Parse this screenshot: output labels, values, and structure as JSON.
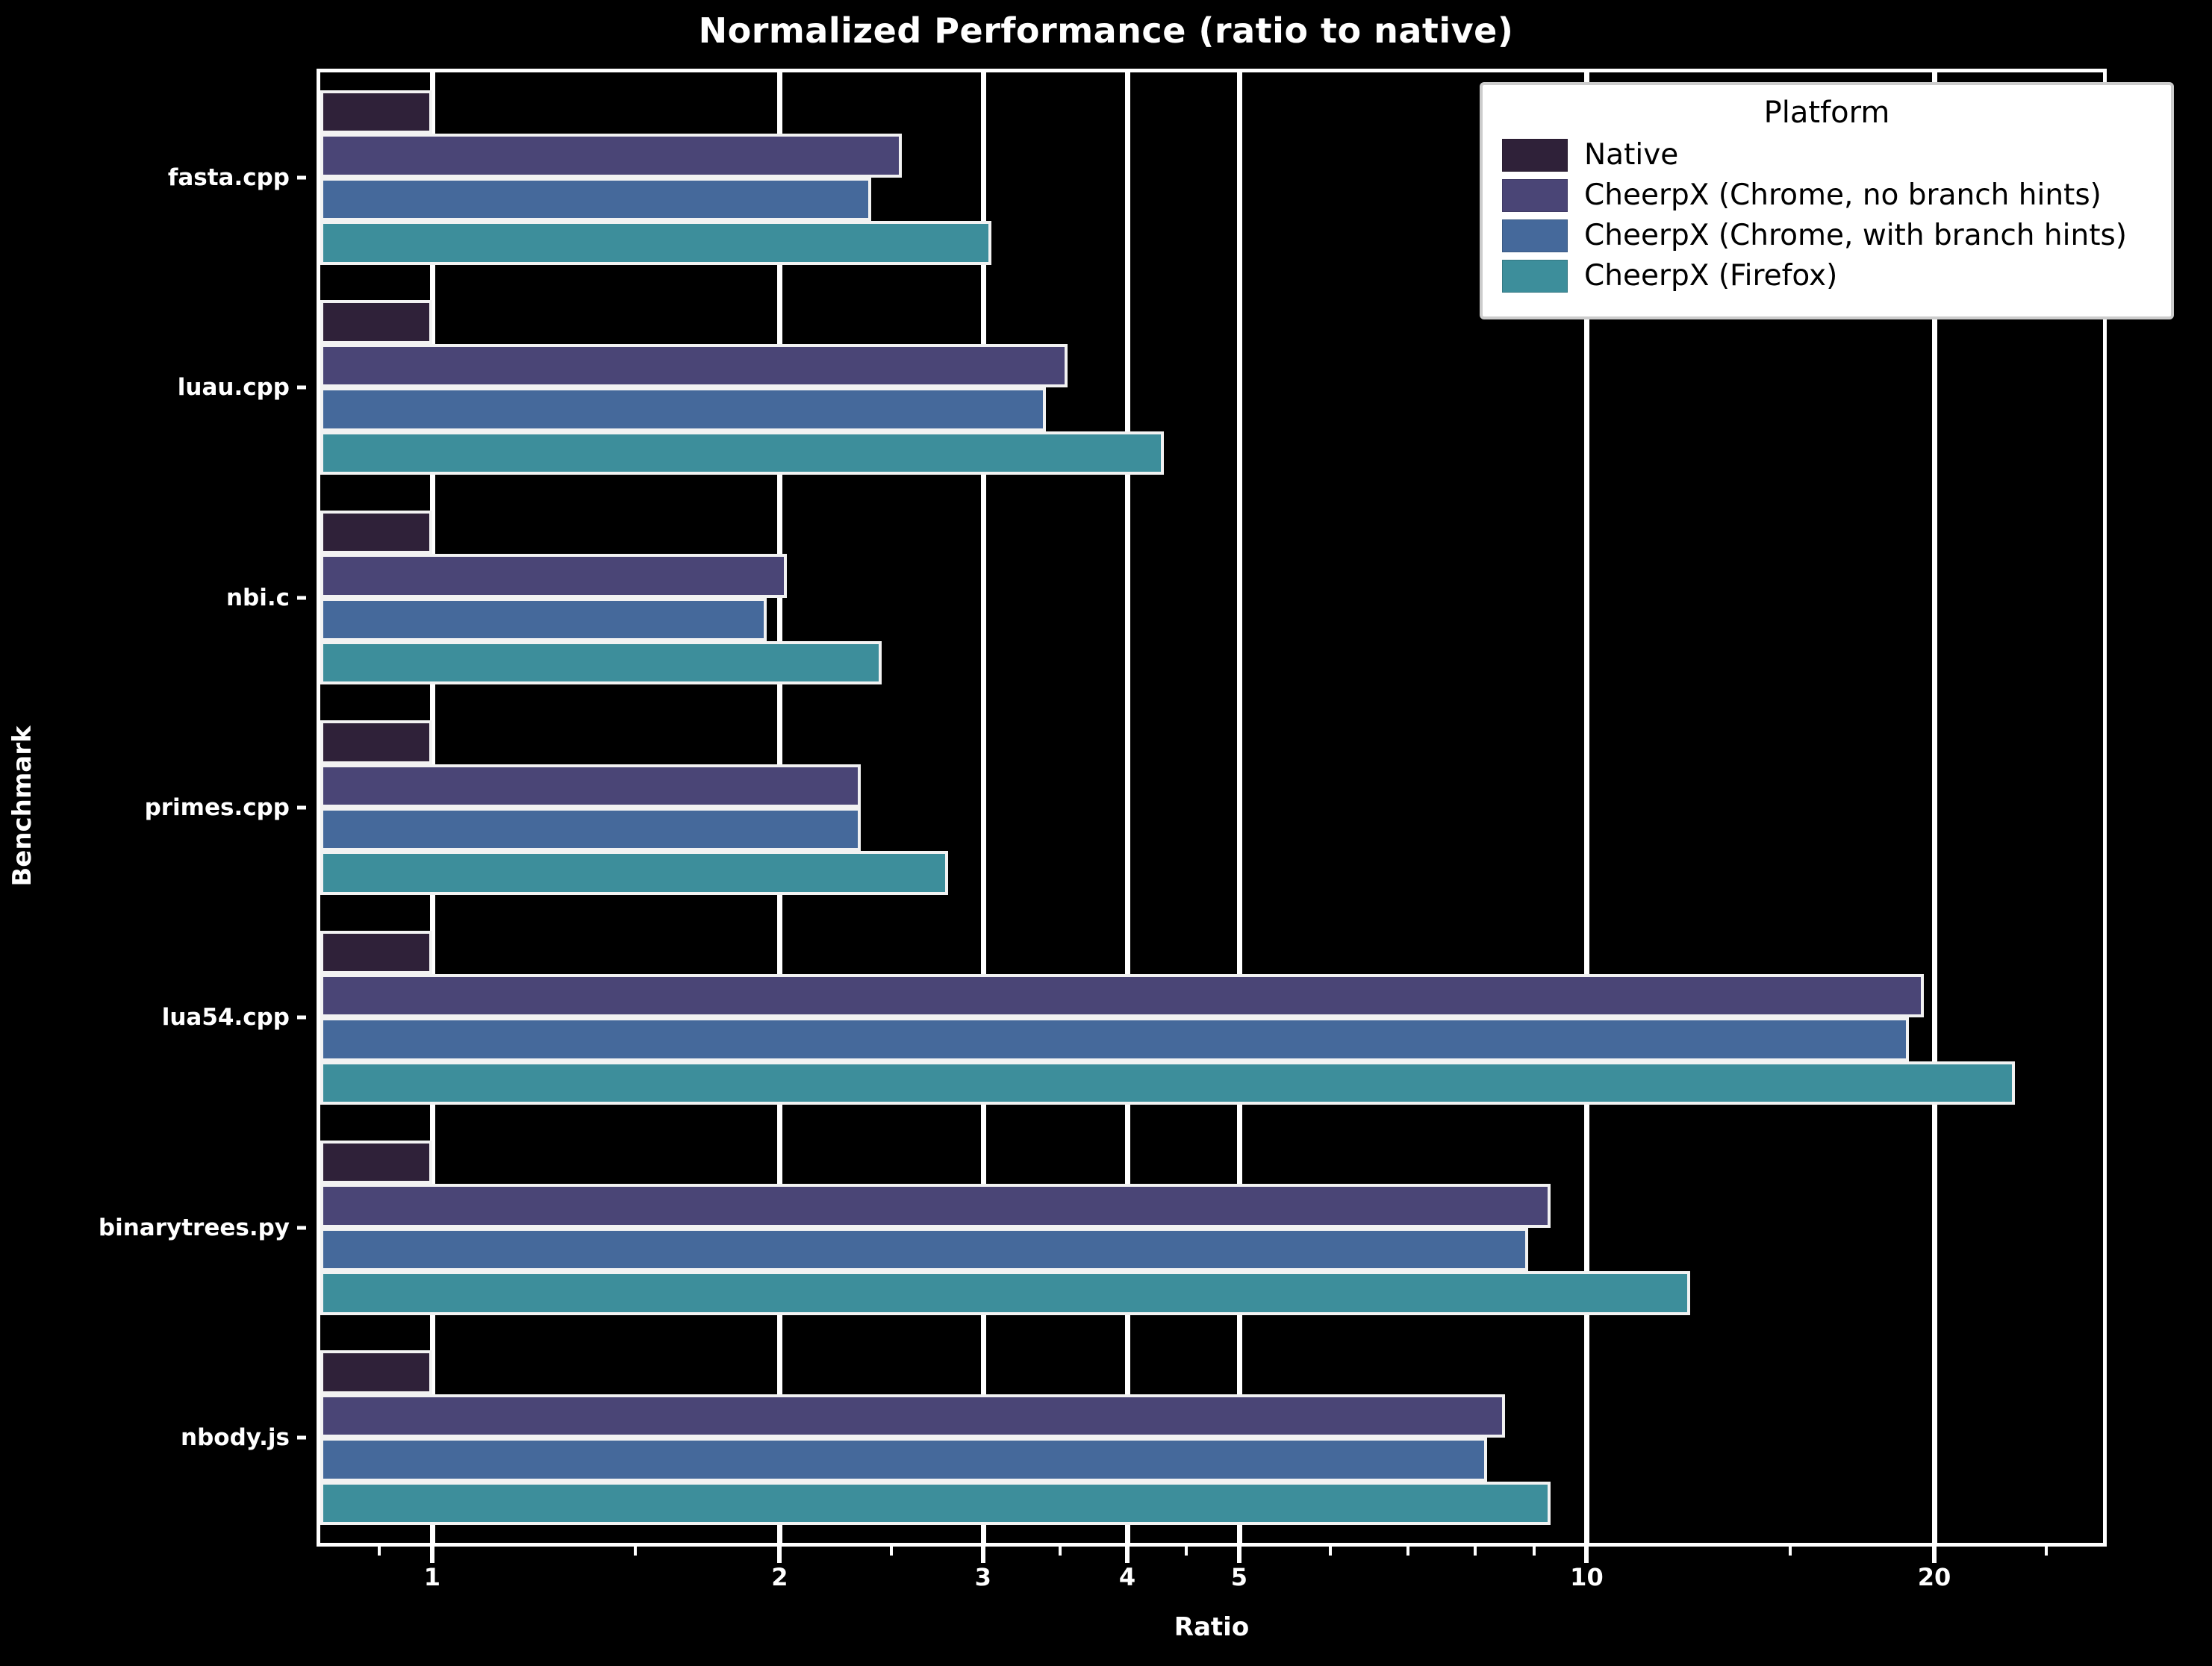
{
  "chart_data": {
    "type": "bar",
    "orientation": "horizontal",
    "title": "Normalized Performance (ratio to native)",
    "xlabel": "Ratio",
    "ylabel": "Benchmark",
    "xscale": "log",
    "xlim": [
      0.8,
      28.0
    ],
    "xticks": [
      1,
      2,
      3,
      4,
      5,
      10,
      20
    ],
    "xticklabels": [
      "1",
      "2",
      "3",
      "4",
      "5",
      "10",
      "20"
    ],
    "grid": "x",
    "legend_position": "upper right",
    "legend_title": "Platform",
    "categories": [
      "fasta.cpp",
      "luau.cpp",
      "nbi.c",
      "primes.cpp",
      "lua54.cpp",
      "binarytrees.py",
      "nbody.js"
    ],
    "series": [
      {
        "name": "Native",
        "color": "#2f2139",
        "values": [
          1.0,
          1.0,
          1.0,
          1.0,
          1.0,
          1.0,
          1.0
        ]
      },
      {
        "name": "CheerpX (Chrome, no branch hints)",
        "color": "#4a4576",
        "values": [
          2.55,
          3.55,
          2.03,
          2.35,
          19.6,
          9.3,
          8.5
        ]
      },
      {
        "name": "CheerpX (Chrome, with branch hints)",
        "color": "#45699b",
        "values": [
          2.4,
          3.4,
          1.95,
          2.35,
          19.0,
          8.9,
          8.2
        ]
      },
      {
        "name": "CheerpX (Firefox)",
        "color": "#3d8e9b",
        "values": [
          3.05,
          4.3,
          2.45,
          2.8,
          23.5,
          12.3,
          9.3
        ]
      }
    ]
  },
  "legend": {
    "title": "Platform",
    "entries": [
      {
        "label": "Native",
        "color": "#2f2139"
      },
      {
        "label": "CheerpX (Chrome, no branch hints)",
        "color": "#4a4576"
      },
      {
        "label": "CheerpX (Chrome, with branch hints)",
        "color": "#45699b"
      },
      {
        "label": "CheerpX (Firefox)",
        "color": "#3d8e9b"
      }
    ]
  },
  "colors": {
    "background": "#000000",
    "foreground": "#ffffff",
    "gridline": "#ffffff",
    "bar_edge": "#f2f2f2"
  }
}
